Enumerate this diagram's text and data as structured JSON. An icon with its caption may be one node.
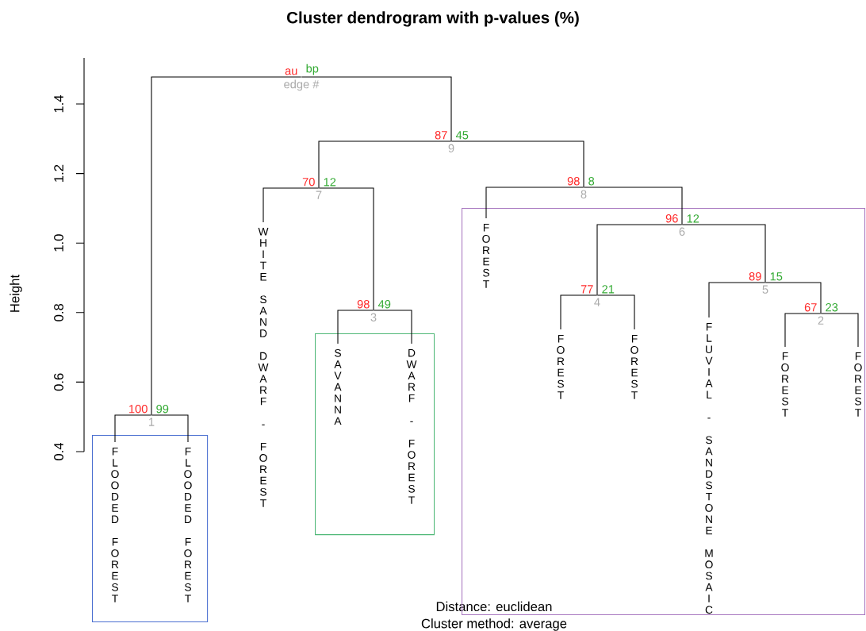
{
  "diagram": {
    "title": "Cluster dendrogram with p-values (%)",
    "nodes": [
      {
        "text": [
          "au",
          "bp",
          "edge #"
        ]
      },
      {
        "text": [
          "87",
          "45",
          "9"
        ]
      },
      {
        "text": [
          "70",
          "12",
          "7"
        ]
      },
      {
        "text": [
          "98",
          "8",
          "8"
        ]
      },
      {
        "text": [
          "100",
          "99",
          "1"
        ]
      },
      {
        "text": [
          "98",
          "49",
          "3"
        ]
      },
      {
        "text": [],
        "shape": "box"
      },
      {
        "text": [
          "96",
          "12",
          "6"
        ],
        "in": 6
      },
      {
        "text": [
          "77",
          "21",
          "4"
        ],
        "in": 6
      },
      {
        "text": [
          "89",
          "15",
          "5"
        ],
        "in": 6
      },
      {
        "text": [
          "67",
          "23",
          "2"
        ],
        "in": 6
      },
      {
        "text": [],
        "shape": "box"
      },
      {
        "text": [
          "FLOODED FOREST"
        ],
        "in": 11
      },
      {
        "text": [
          "FLOODED FOREST"
        ],
        "in": 11
      },
      {
        "text": [
          "WHITE SAND DWARF - FOREST"
        ]
      },
      {
        "text": [],
        "shape": "box"
      },
      {
        "text": [
          "SAVANNA"
        ],
        "in": 15
      },
      {
        "text": [
          "DWARF - FOREST"
        ],
        "in": 15
      },
      {
        "text": [
          "FOREST"
        ],
        "in": 6
      },
      {
        "text": [
          "FOREST"
        ],
        "in": 6
      },
      {
        "text": [
          "FOREST"
        ],
        "in": 6
      },
      {
        "text": [
          "FLUVIAL - SANDSTONE MOSAIC"
        ],
        "in": 6
      },
      {
        "text": [
          "FOREST"
        ],
        "in": 6
      },
      {
        "text": [
          "FOREST"
        ],
        "in": 6
      }
    ],
    "edges": [
      {
        "from": 0,
        "to": 4,
        "arrow": "none"
      },
      {
        "from": 0,
        "to": 1,
        "arrow": "none"
      },
      {
        "from": 1,
        "to": 2,
        "arrow": "none"
      },
      {
        "from": 1,
        "to": 3,
        "arrow": "none"
      },
      {
        "from": 2,
        "to": 14,
        "arrow": "none"
      },
      {
        "from": 2,
        "to": 5,
        "arrow": "none"
      },
      {
        "from": 5,
        "to": 16,
        "arrow": "none"
      },
      {
        "from": 5,
        "to": 17,
        "arrow": "none"
      },
      {
        "from": 4,
        "to": 12,
        "arrow": "none"
      },
      {
        "from": 4,
        "to": 13,
        "arrow": "none"
      },
      {
        "from": 3,
        "to": 18,
        "arrow": "none"
      },
      {
        "from": 3,
        "to": 7,
        "arrow": "none"
      },
      {
        "from": 7,
        "to": 8,
        "arrow": "none"
      },
      {
        "from": 7,
        "to": 9,
        "arrow": "none"
      },
      {
        "from": 8,
        "to": 19,
        "arrow": "none"
      },
      {
        "from": 8,
        "to": 20,
        "arrow": "none"
      },
      {
        "from": 9,
        "to": 21,
        "arrow": "none"
      },
      {
        "from": 9,
        "to": 10,
        "arrow": "none"
      },
      {
        "from": 10,
        "to": 22,
        "arrow": "none"
      },
      {
        "from": 10,
        "to": 23,
        "arrow": "none"
      }
    ],
    "labels": [
      "Height",
      "1.4",
      "1.2",
      "1.0",
      "0.8",
      "0.6",
      "0.4",
      "Distance: euclidean",
      "Cluster method: average"
    ]
  }
}
